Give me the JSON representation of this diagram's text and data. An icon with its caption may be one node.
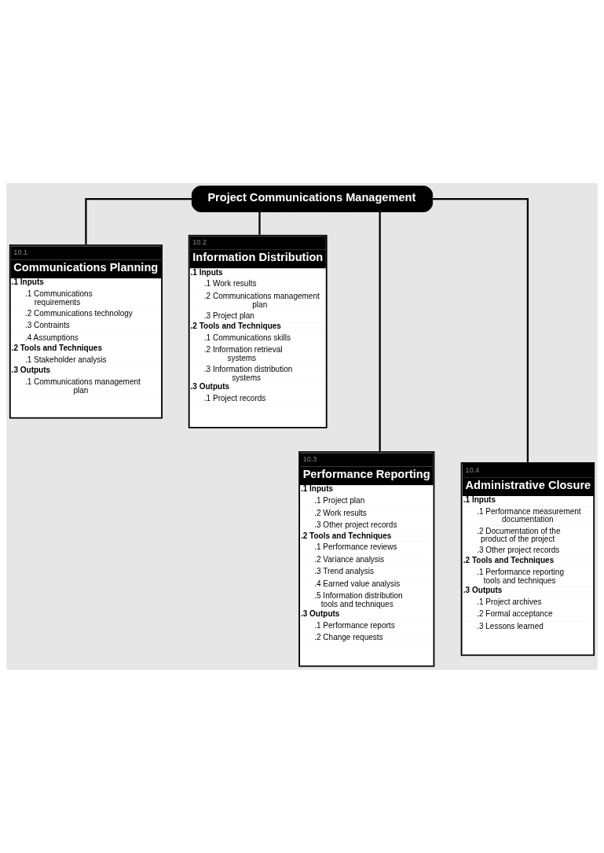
{
  "diagram": {
    "nodes": [
      {
        "text": [
          "Project Communications Management"
        ]
      },
      {
        "text": [
          "10.1",
          "Communications Planning",
          ".1 Inputs",
          ".1 Communications requirements",
          ".2 Communications technology",
          ".3 Contraints",
          ".4 Assumptions",
          ".2 Tools and Techniques",
          ".1 Stakeholder analysis",
          ".3 Outputs",
          ".1 Communications management plan"
        ]
      },
      {
        "text": [
          "10.2",
          "Information Distribution",
          ".1 Inputs",
          ".1 Work results",
          ".2 Communications management plan",
          ".3 Project plan",
          ".2 Tools and Techniques",
          ".1 Communications skills",
          ".2 Information retrieval systems",
          ".3 Information distribution systems",
          ".3 Outputs",
          ".1 Project records"
        ]
      },
      {
        "text": [
          "10.3",
          "Performance Reporting",
          ".1 Inputs",
          ".1 Project plan",
          ".2 Work results",
          ".3 Other project records",
          ".2 Tools and Techniques",
          ".1 Performance reviews",
          ".2 Variance analysis",
          ".3 Trend analysis",
          ".4 Earned value analysis",
          ".5 Information distribution tools and techniques",
          ".3 Outputs",
          ".1 Performance reports",
          ".2 Change requests"
        ]
      },
      {
        "text": [
          "10.4",
          "Administrative Closure",
          ".1 Inputs",
          ".1 Performance measurement documentation",
          ".2 Documentation of the product of the project",
          ".3 Other project records",
          ".2 Tools and Techniques",
          ".1 Performance reporting tools and techniques",
          ".3 Outputs",
          ".1 Project archives",
          ".2 Formal acceptance",
          ".3 Lessons learned"
        ]
      }
    ],
    "edges": [
      {
        "from": 0,
        "to": 1,
        "arrow": "none"
      },
      {
        "from": 0,
        "to": 2,
        "arrow": "none"
      },
      {
        "from": 0,
        "to": 3,
        "arrow": "none"
      },
      {
        "from": 0,
        "to": 4,
        "arrow": "none"
      }
    ]
  }
}
